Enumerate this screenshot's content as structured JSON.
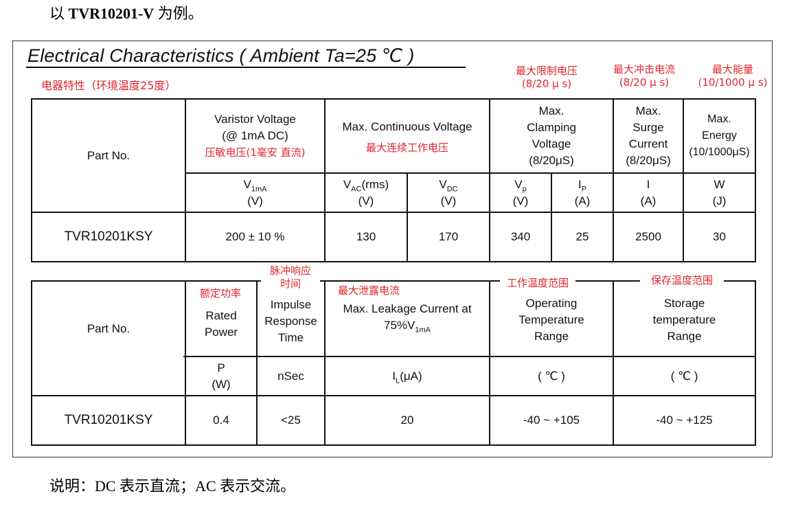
{
  "heading": {
    "prefix": "以 ",
    "model": "TVR10201-V",
    "suffix": " 为例。"
  },
  "sheet": {
    "title": "Electrical Characteristics ( Ambient Ta=25 ℃ )",
    "subtitle_cn": "电器特性（环境温度25度）"
  },
  "annotations": {
    "clamping_cn": "最大限制电压",
    "clamping_cond": "(8/20 μ s)",
    "surge_cn": "最大冲击电流",
    "surge_cond": "(8/20 μ s)",
    "energy_cn": "最大能量",
    "energy_cond": "(10/1000 μ s)",
    "impulse_cn_1": "脉冲响应",
    "impulse_cn_2": "时间",
    "leakage_cn": "最大泄露电流",
    "op_temp_cn": "工作温度范围",
    "storage_cn": "保存温度范围",
    "rated_power_cn": "额定功率"
  },
  "table1": {
    "part_no_header": "Part No.",
    "varistor_header_1": "Varistor Voltage",
    "varistor_header_2": "(@ 1mA   DC)",
    "varistor_header_cn": "压敏电压(1毫安  直流)",
    "continuous_header": "Max. Continuous Voltage",
    "continuous_header_cn": "最大连续工作电压",
    "clamping_header": [
      "Max.",
      "Clamping",
      "Voltage",
      "(8/20μS)"
    ],
    "surge_header": [
      "Max.",
      "Surge",
      "Current",
      "(8/20μS)"
    ],
    "energy_header": [
      "Max.",
      "Energy",
      "(10/1000μS)"
    ],
    "symbols": {
      "v1ma": "V",
      "v1ma_sub": "1mA",
      "v1ma_unit": "(V)",
      "vac": "V",
      "vac_sub": "AC",
      "vac_suffix": "(rms)",
      "vac_unit": "(V)",
      "vdc": "V",
      "vdc_sub": "DC",
      "vdc_unit": "(V)",
      "vp": "V",
      "vp_sub": "p",
      "vp_unit": "(V)",
      "ip": "I",
      "ip_sub": "P",
      "ip_unit": "(A)",
      "i": "I",
      "i_unit": "(A)",
      "w": "W",
      "w_unit": "(J)"
    },
    "row": {
      "part": "TVR10201KSY",
      "v1ma": "200 ± 10 %",
      "vac": "130",
      "vdc": "170",
      "vp": "340",
      "ip": "25",
      "i": "2500",
      "w": "30"
    }
  },
  "table2": {
    "part_no_header": "Part No.",
    "rated_power_header": [
      "Rated",
      "Power"
    ],
    "impulse_header": [
      "Impulse",
      "Response",
      "Time"
    ],
    "leakage_header_1": "Max. Leakage  Current at",
    "leakage_header_2": "75%V",
    "leakage_header_2_sub": "1mA",
    "op_temp_header": [
      "Operating",
      "Temperature",
      "Range"
    ],
    "storage_header": [
      "Storage",
      "temperature",
      "Range"
    ],
    "units": {
      "p": "P",
      "p_unit": "(W)",
      "nsec": "nSec",
      "il": "I",
      "il_sub": "L",
      "il_unit": "(μA)",
      "op": "( ℃ )",
      "st": "( ℃ )"
    },
    "row": {
      "part": "TVR10201KSY",
      "power": "0.4",
      "impulse": "<25",
      "leakage": "20",
      "op_temp": "-40 ~ +105",
      "storage": "-40 ~ +125"
    }
  },
  "footer": "说明：DC 表示直流；AC 表示交流。"
}
